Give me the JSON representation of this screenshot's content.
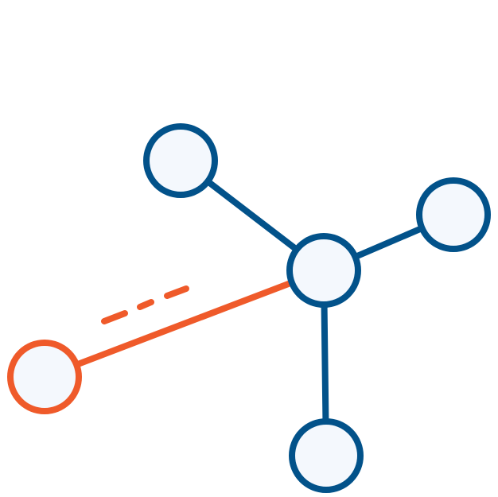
{
  "diagram": {
    "colors": {
      "background": "#ffffff",
      "primary_stroke": "#02528a",
      "accent_stroke": "#ef5a2a",
      "node_fill": "#f4f8fd"
    },
    "nodes": [
      {
        "id": "hub",
        "role": "central-node",
        "color": "primary"
      },
      {
        "id": "top-left",
        "role": "connected-node",
        "color": "primary"
      },
      {
        "id": "right",
        "role": "connected-node",
        "color": "primary"
      },
      {
        "id": "bottom",
        "role": "connected-node",
        "color": "primary"
      },
      {
        "id": "left",
        "role": "incoming-node",
        "color": "accent"
      }
    ],
    "edges": [
      {
        "from": "hub",
        "to": "top-left",
        "style": "solid",
        "color": "primary"
      },
      {
        "from": "hub",
        "to": "right",
        "style": "solid",
        "color": "primary"
      },
      {
        "from": "hub",
        "to": "bottom",
        "style": "solid",
        "color": "primary"
      },
      {
        "from": "hub",
        "to": "left",
        "style": "solid",
        "color": "accent"
      }
    ],
    "motion_indicator": {
      "style": "dashed",
      "color": "accent",
      "segments": 3
    }
  }
}
